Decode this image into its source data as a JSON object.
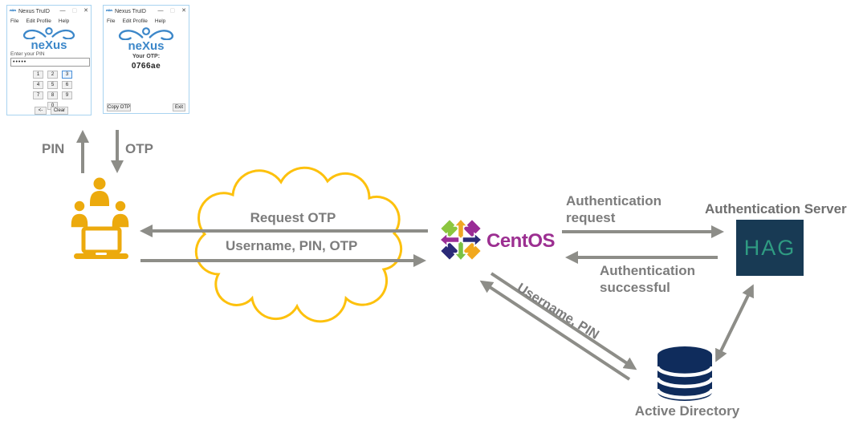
{
  "window_controls": {
    "minimize": "—",
    "maximize": "▢",
    "close": "✕"
  },
  "pin_window": {
    "title": "Nexus TruID",
    "menu": [
      "File",
      "Edit Profile",
      "Help"
    ],
    "logo_text": "neXus",
    "prompt": "Enter your PIN",
    "pin_value": "•••••",
    "keys": [
      "1",
      "2",
      "3",
      "4",
      "5",
      "6",
      "7",
      "8",
      "9",
      "0"
    ],
    "highlighted_key": "3",
    "back_label": "<-",
    "clear_label": "Clear"
  },
  "otp_window": {
    "title": "Nexus TruID",
    "menu": [
      "File",
      "Edit Profile",
      "Help"
    ],
    "logo_text": "neXus",
    "otp_label": "Your OTP:",
    "otp_value": "0766ae",
    "copy_label": "Copy OTP",
    "exit_label": "Exit"
  },
  "flow": {
    "pin": "PIN",
    "otp": "OTP",
    "request_otp": "Request OTP",
    "username_pin_otp": "Username, PIN, OTP",
    "auth_request": [
      "Authentication",
      "request"
    ],
    "auth_server_title": "Authentication Server",
    "hag": "HAG",
    "auth_success": [
      "Authentication",
      "successful"
    ],
    "username_pin": "Username, PIN",
    "centos": "CentOS",
    "active_directory": "Active Directory"
  },
  "colors": {
    "arrow_gray": "#8d8d88",
    "label_gray": "#7c7c7c",
    "people_amber": "#ecaa0d",
    "cloud_gold": "#fdc10d",
    "hag_navy": "#183a54",
    "hag_teal": "#2f9b82",
    "db_navy": "#0f2c5c",
    "centos_magenta": "#9c2f91",
    "nexus_blue": "#3c87c9",
    "key_highlight": "#4a90d9"
  }
}
